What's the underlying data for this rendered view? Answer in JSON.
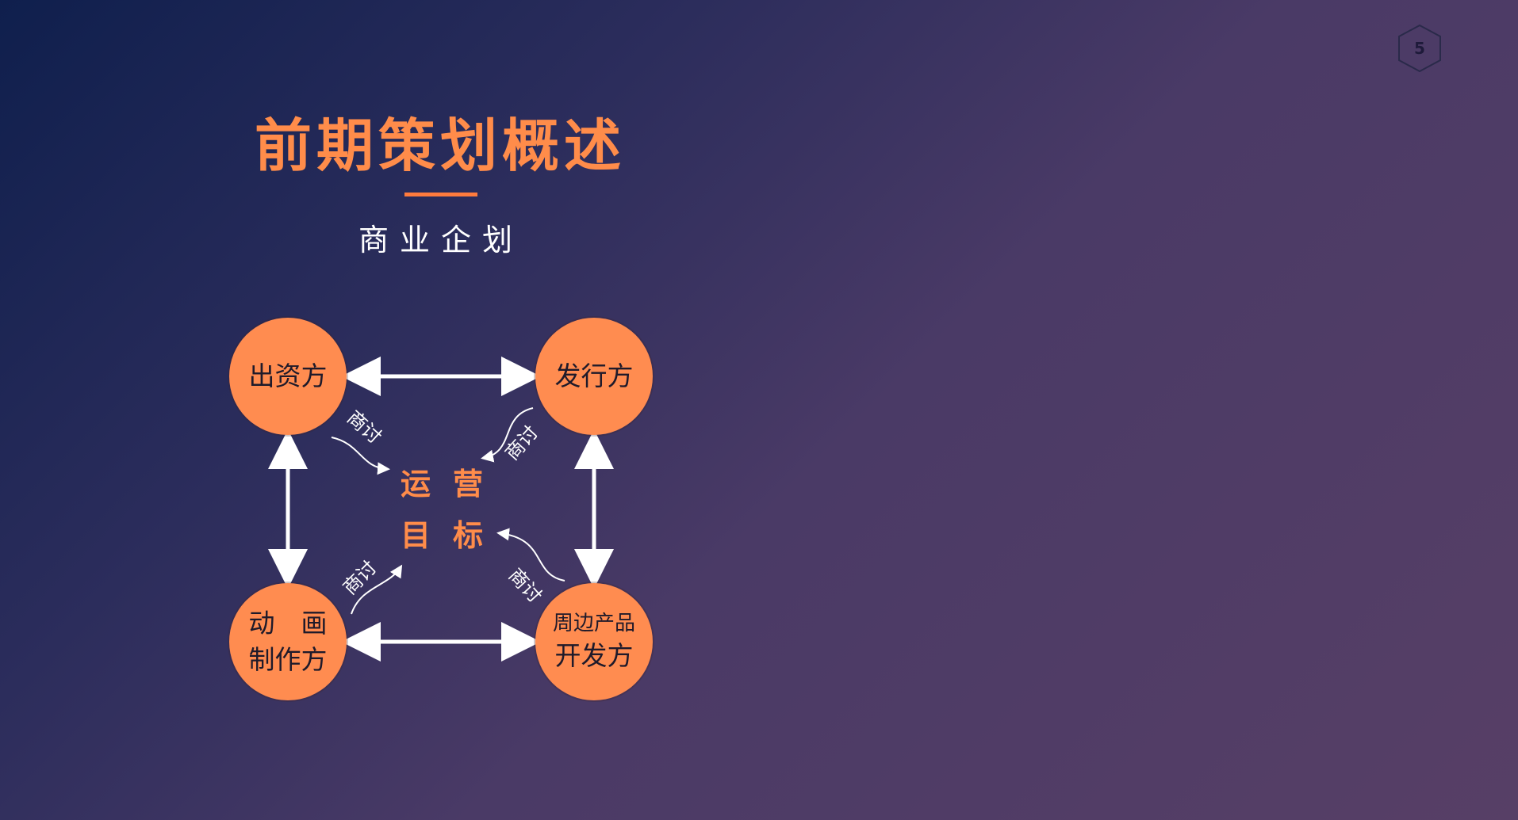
{
  "page_number": "5",
  "title": "前期策划概述",
  "subtitle": "商业企划",
  "diagram": {
    "nodes": {
      "top_left": "出资方",
      "top_right": "发行方",
      "bottom_left": {
        "line1": "动　画",
        "line2": "制作方"
      },
      "bottom_right": {
        "line1": "周边产品",
        "line2": "开发方"
      }
    },
    "center": {
      "line1": "运营",
      "line2": "目标"
    },
    "discuss_label": "商讨"
  },
  "colors": {
    "accent": "#ff8c4a",
    "node_fill": "#ff8c50",
    "text_light": "#ffffff"
  }
}
